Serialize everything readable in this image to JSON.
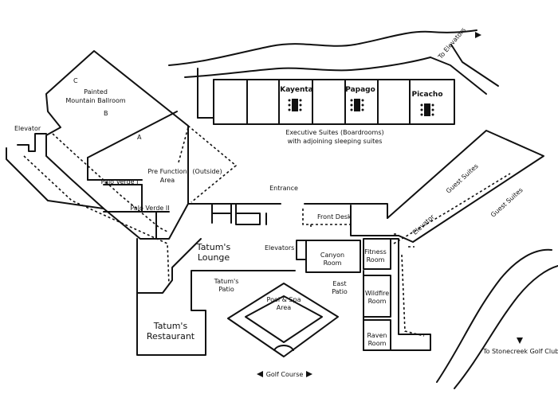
{
  "labels": {
    "to_elevators": "To Elevators",
    "kayenta": "Kayenta",
    "papago": "Papago",
    "picacho": "Picacho",
    "exec_line1": "Executive Suites (Boardrooms)",
    "exec_line2": "with adjoining sleeping suites",
    "ballroom_c": "C",
    "ballroom_line1": "Painted",
    "ballroom_line2": "Mountain Ballroom",
    "ballroom_b": "B",
    "ballroom_a": "A",
    "elevator_left": "Elevator",
    "palo_verde_1": "Palo Verde I",
    "palo_verde_2": "Palo Verde II",
    "prefunction_line1": "Pre Function",
    "prefunction_line2": "Area",
    "outside": "(Outside)",
    "entrance": "Entrance",
    "front_desk": "Front Desk",
    "guest_suites_1": "Guest Suites",
    "guest_suites_2": "Guest Suites",
    "elevator_right": "Elevator",
    "elevators_center": "Elevators",
    "tatums_lounge_line1": "Tatum's",
    "tatums_lounge_line2": "Lounge",
    "canyon_line1": "Canyon",
    "canyon_line2": "Room",
    "fitness_line1": "Fitness",
    "fitness_line2": "Room",
    "tatums_patio_line1": "Tatum's",
    "tatums_patio_line2": "Patio",
    "east_patio_line1": "East",
    "east_patio_line2": "Patio",
    "pool_line1": "Pool & Spa",
    "pool_line2": "Area",
    "wildfire_line1": "Wildfire",
    "wildfire_line2": "Room",
    "tatums_restaurant_line1": "Tatum's",
    "tatums_restaurant_line2": "Restaurant",
    "raven_line1": "Raven",
    "raven_line2": "Room",
    "to_stonecreek": "To Stonecreek Golf Club",
    "golf_course": "Golf Course"
  },
  "colors": {
    "line": "#111111",
    "background": "#ffffff"
  },
  "icons": [
    "boardroom-table-icon",
    "arrow-icon"
  ]
}
